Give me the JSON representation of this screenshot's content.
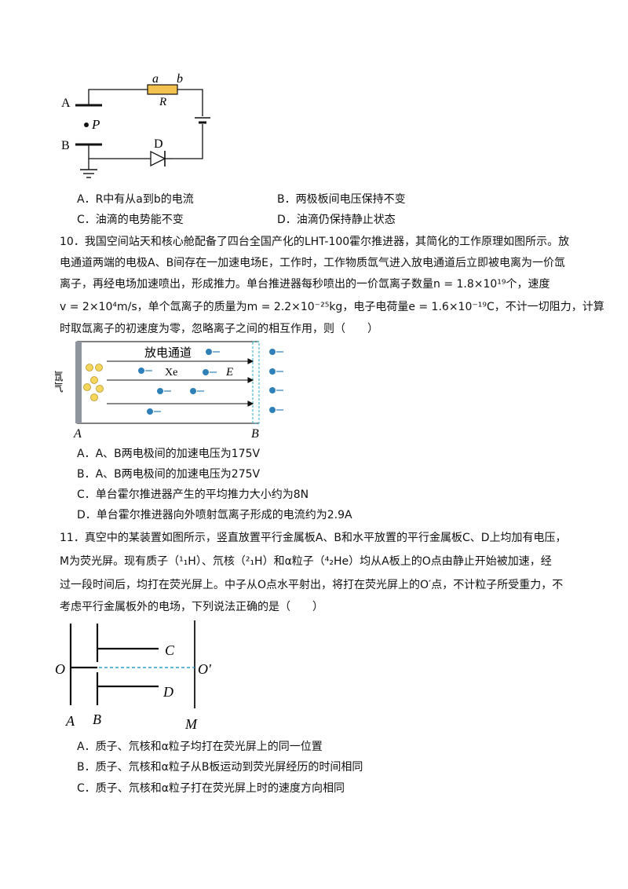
{
  "fig9": {
    "label_A": "A",
    "label_B": "B",
    "label_P": "P",
    "label_D": "D",
    "label_a": "a",
    "label_b": "b",
    "label_R": "R"
  },
  "q9": {
    "optA": "A．R中有从a到b的电流",
    "optB": "B．两极板间电压保持不变",
    "optC": "C．油滴的电势能不变",
    "optD": "D．油滴仍保持静止状态"
  },
  "q10": {
    "line1": "10．我国空间站天和核心舱配备了四台全国产化的LHT-100霍尔推进器，其简化的工作原理如图所示。放",
    "line2": "电通道两端的电极A、B间存在一加速电场E，工作时，工作物质氙气进入放电通道后立即被电离为一价氙",
    "line3": "离子，再经电场加速喷出，形成推力。单台推进器每秒喷出的一价氙离子数量n = 1.8×10¹⁹个，速度",
    "line4": "v = 2×10⁴m/s，单个氙离子的质量为m = 2.2×10⁻²⁵kg，电子电荷量e = 1.6×10⁻¹⁹C，不计一切阻力，计算",
    "line5": "时取氙离子的初速度为零，忽略离子之间的相互作用，则（　　）",
    "fig": {
      "channel": "放电通道",
      "xe": "Xe",
      "e": "E",
      "gas": "氙气",
      "a": "A",
      "b": "B"
    },
    "optA": "A．A、B两电极间的加速电压为175V",
    "optB": "B．A、B两电极间的加速电压为275V",
    "optC": "C．单台霍尔推进器产生的平均推力大小约为8N",
    "optD": "D．单台霍尔推进器向外喷射氙离子形成的电流约为2.9A"
  },
  "q11": {
    "line1": "11．真空中的某装置如图所示，竖直放置平行金属板A、B和水平放置的平行金属板C、D上均加有电压，",
    "line2": "M为荧光屏。现有质子（¹₁H）、氘核（²₁H）和α粒子（⁴₂He）均从A板上的O点由静止开始被加速，经",
    "line3": "过一段时间后，均打在荧光屏上。中子从O点水平射出，将打在荧光屏上的O′点，不计粒子所受重力，不",
    "line4": "考虑平行金属板外的电场，下列说法正确的是（　　）",
    "fig": {
      "o": "O",
      "o2": "O′",
      "a": "A",
      "b": "B",
      "c": "C",
      "d": "D",
      "m": "M"
    },
    "optA": "A．质子、氘核和α粒子均打在荧光屏上的同一位置",
    "optB": "B．质子、氘核和α粒子从B板运动到荧光屏经历的时间相同",
    "optC": "C．质子、氘核和α粒子打在荧光屏上时的速度方向相同"
  }
}
